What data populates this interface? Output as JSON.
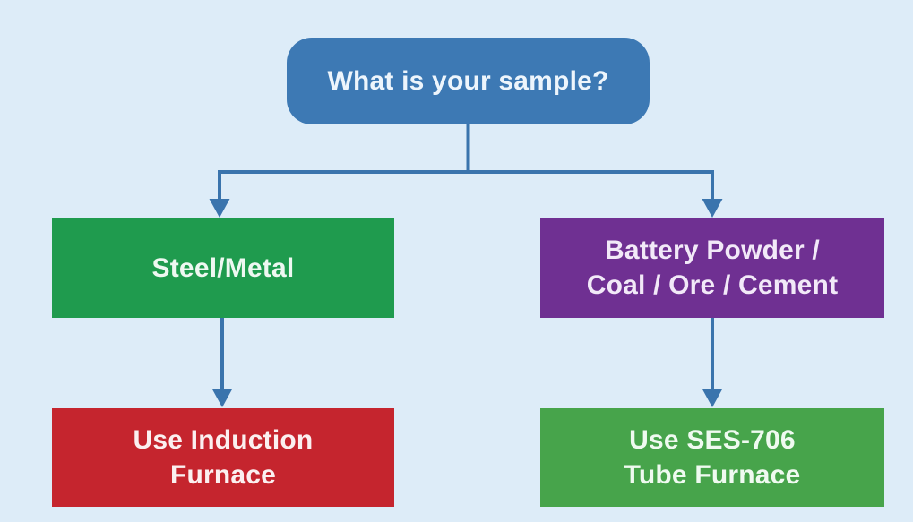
{
  "colors": {
    "background": "#ddecf8",
    "connector": "#3a74ad"
  },
  "nodes": {
    "question": {
      "label": "What is your sample?",
      "fill": "#3d79b4",
      "text_color": "#edf5fc"
    },
    "steel_metal": {
      "label": "Steel/Metal",
      "fill": "#1f9b4e",
      "text_color": "#eef8f1"
    },
    "battery_coal": {
      "line1": "Battery Powder /",
      "line2": "Coal / Ore / Cement",
      "fill": "#6f3092",
      "text_color": "#f2e9f8"
    },
    "induction_furnace": {
      "line1": "Use Induction",
      "line2": "Furnace",
      "fill": "#c5252e",
      "text_color": "#fbf0f0"
    },
    "ses706_tube_furnace": {
      "line1": "Use SES-706",
      "line2": "Tube Furnace",
      "fill": "#47a44b",
      "text_color": "#effaf0"
    }
  }
}
